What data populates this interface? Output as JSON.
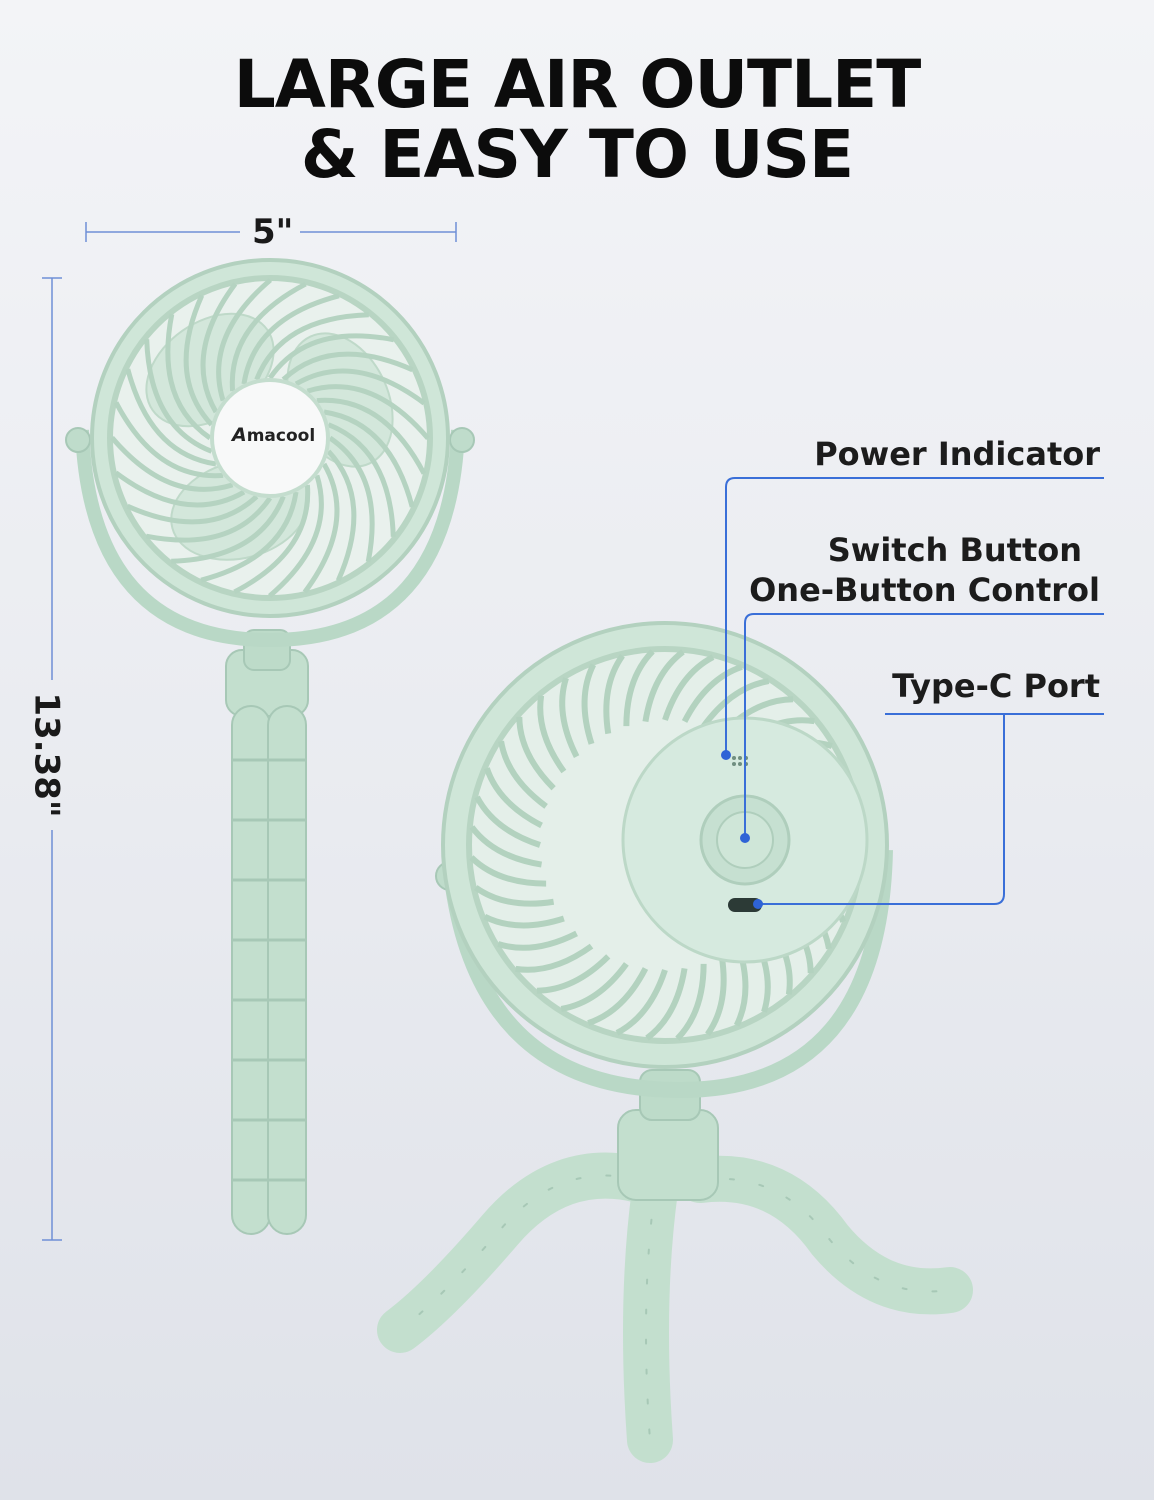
{
  "headline": {
    "line1": "LARGE AIR OUTLET",
    "line2": "& EASY TO USE"
  },
  "dimensions": {
    "width": "5\"",
    "height": "13.38\""
  },
  "brand": {
    "logo_text": "macool"
  },
  "callouts": {
    "power_indicator": "Power Indicator",
    "switch_line1": "Switch Button",
    "switch_line2": "One-Button Control",
    "type_c_port": "Type-C Port"
  },
  "colors": {
    "fan_green": "#c8e2d3",
    "fan_green_dark": "#a9cbb8",
    "callout_line": "#3a6fd8",
    "dimension_line": "#6f8fd6",
    "text": "#1c1c1c"
  }
}
